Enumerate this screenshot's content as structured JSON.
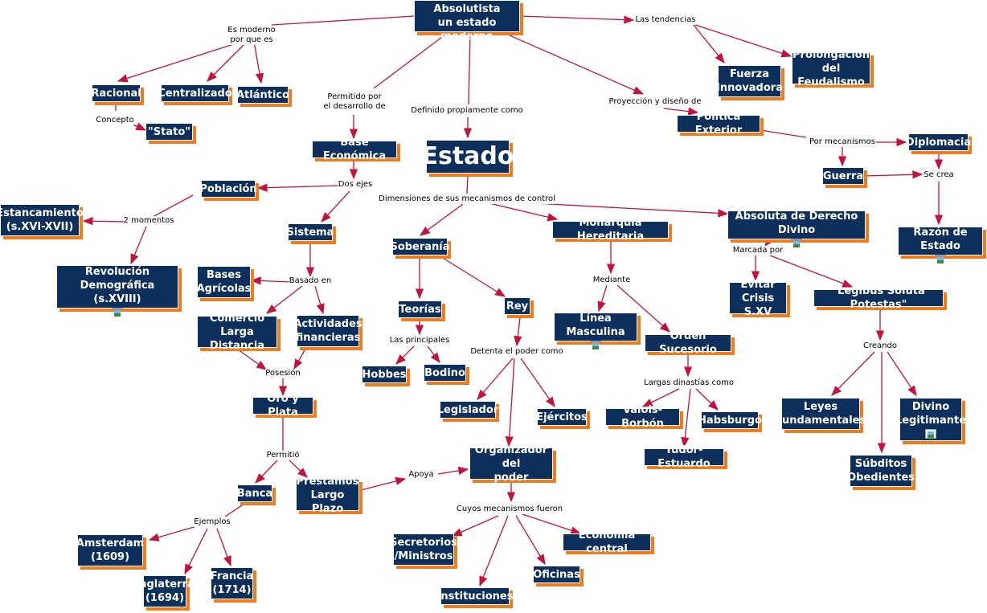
{
  "nodes": [
    {
      "id": "root",
      "text": "El Estado Absolutista\nun estado moderno"
    },
    {
      "id": "racional",
      "text": "Racional"
    },
    {
      "id": "centralizado",
      "text": "Centralizado"
    },
    {
      "id": "atlantico",
      "text": "Atlántico"
    },
    {
      "id": "stato",
      "text": "\"Stato\""
    },
    {
      "id": "fuerza",
      "text": "Fuerza\nInnovadora"
    },
    {
      "id": "prolongacion",
      "text": "Prolongación\ndel Feudalismo"
    },
    {
      "id": "politica",
      "text": "Política Exterior"
    },
    {
      "id": "diplomacia",
      "text": "Diplomacia"
    },
    {
      "id": "guerra",
      "text": "Guerra"
    },
    {
      "id": "razon",
      "text": "Razón de Estado"
    },
    {
      "id": "base",
      "text": "Base Económica"
    },
    {
      "id": "estado",
      "text": "Estado"
    },
    {
      "id": "poblacion",
      "text": "Población"
    },
    {
      "id": "estancamiento",
      "text": "Estancamiento\n(s.XVI-XVII)"
    },
    {
      "id": "revolucion",
      "text": "Revolución Demográfica\n(s.XVIII)"
    },
    {
      "id": "sistema",
      "text": "Sistema"
    },
    {
      "id": "bases",
      "text": "Bases\nAgrícolas"
    },
    {
      "id": "comercio",
      "text": "Comercio\nLarga Distancia"
    },
    {
      "id": "actividades",
      "text": "Actividades\nfinancieras"
    },
    {
      "id": "oro",
      "text": "Oro y Plata"
    },
    {
      "id": "banca",
      "text": "Banca"
    },
    {
      "id": "prestamos",
      "text": "Préstamos\nLargo Plazo"
    },
    {
      "id": "amsterdam",
      "text": "Amsterdam\n(1609)"
    },
    {
      "id": "inglaterra",
      "text": "Inglaterra\n(1694)"
    },
    {
      "id": "francia",
      "text": "Francia\n(1714)"
    },
    {
      "id": "soberania",
      "text": "Soberanía"
    },
    {
      "id": "teorias",
      "text": "Teorías"
    },
    {
      "id": "hobbes",
      "text": "Hobbes"
    },
    {
      "id": "bodino",
      "text": "Bodino"
    },
    {
      "id": "rey",
      "text": "Rey"
    },
    {
      "id": "legislador",
      "text": "Legislador"
    },
    {
      "id": "ejercitos",
      "text": "Ejércitos"
    },
    {
      "id": "organizador",
      "text": "Organizador del\npoder"
    },
    {
      "id": "secretorios",
      "text": "Secretorios\n/Ministros"
    },
    {
      "id": "instituciones",
      "text": "Instituciones"
    },
    {
      "id": "oficinas",
      "text": "Oficinas"
    },
    {
      "id": "economia",
      "text": "Economía central"
    },
    {
      "id": "monarquia",
      "text": "Monarquía Hereditaria"
    },
    {
      "id": "linea",
      "text": "Línea Masculina"
    },
    {
      "id": "orden",
      "text": "Orden Sucesorio"
    },
    {
      "id": "valois",
      "text": "Valois-Borbón"
    },
    {
      "id": "habsburgo",
      "text": "Habsburgo"
    },
    {
      "id": "tudor",
      "text": "Tudor-Estuardo"
    },
    {
      "id": "absoluta",
      "text": "Absoluta de Derecho Divino"
    },
    {
      "id": "evitar",
      "text": "Evitar\nCrisis S.XV"
    },
    {
      "id": "legibus",
      "text": "\"Legibus Soluta Potestas\""
    },
    {
      "id": "leyes",
      "text": "Leyes\nFundamentales"
    },
    {
      "id": "subditos",
      "text": "Súbditos\nObedientes"
    },
    {
      "id": "divino",
      "text": "Divino\nLegitimante"
    }
  ],
  "labels": [
    {
      "id": "es-moderno",
      "text": "Es moderno\npor que es"
    },
    {
      "id": "concepto",
      "text": "Concepto"
    },
    {
      "id": "tendencias",
      "text": "Las tendencias"
    },
    {
      "id": "permitido",
      "text": "Permitido por\nel desarrollo de"
    },
    {
      "id": "definido",
      "text": "Definido propiamente como"
    },
    {
      "id": "proyeccion",
      "text": "Proyección y diseño de"
    },
    {
      "id": "mecanismos",
      "text": "Por mecanismos"
    },
    {
      "id": "se-crea",
      "text": "Se crea"
    },
    {
      "id": "dos-ejes",
      "text": "Dos ejes"
    },
    {
      "id": "dos-momentos",
      "text": "2 momentos"
    },
    {
      "id": "dimensiones",
      "text": "Dimensiones de sus mecanismos de control"
    },
    {
      "id": "basado",
      "text": "Basado en"
    },
    {
      "id": "posesion",
      "text": "Posesión"
    },
    {
      "id": "permitio",
      "text": "Permitió"
    },
    {
      "id": "ejemplos",
      "text": "Ejemplos"
    },
    {
      "id": "apoya",
      "text": "Apoya"
    },
    {
      "id": "principales",
      "text": "Las principales"
    },
    {
      "id": "detenta",
      "text": "Detenta el poder como"
    },
    {
      "id": "cuyos",
      "text": "Cuyos mecanismos fueron"
    },
    {
      "id": "mediante",
      "text": "Mediante"
    },
    {
      "id": "largas",
      "text": "Largas dinastías como"
    },
    {
      "id": "marcada",
      "text": "Marcada por"
    },
    {
      "id": "creando",
      "text": "Creando"
    }
  ],
  "colors": {
    "node_bg": "#0d2f5c",
    "node_shadow": "#f07c1c",
    "edge": "#c0143c"
  },
  "icons": [
    "revolucion",
    "linea",
    "absoluta",
    "razon",
    "divino"
  ]
}
